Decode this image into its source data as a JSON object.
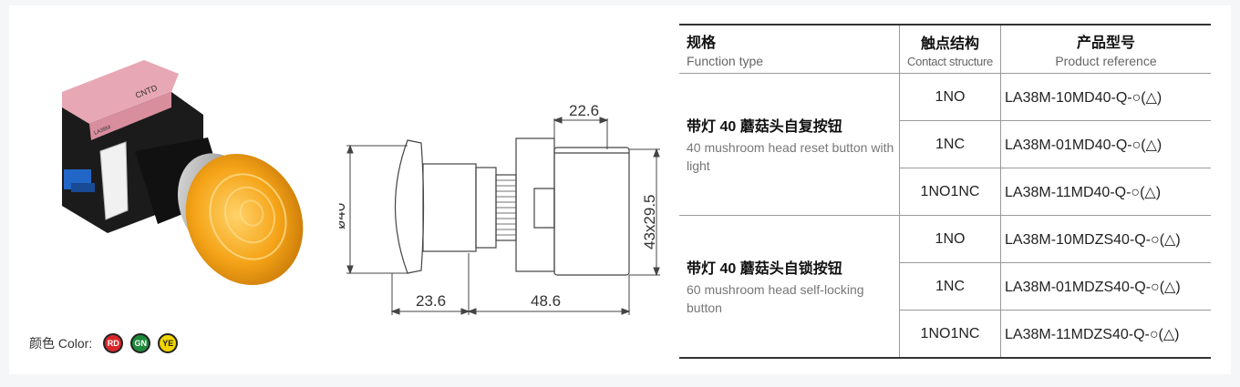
{
  "colors": {
    "label": "颜色 Color:",
    "items": [
      {
        "code": "RD",
        "hex": "#d9262a"
      },
      {
        "code": "GN",
        "hex": "#1f8a3a"
      },
      {
        "code": "YE",
        "hex": "#f2d400"
      }
    ]
  },
  "photo": {
    "brand_text": "CNTD",
    "model_text": "LA38M"
  },
  "drawing": {
    "top_dim": "22.6",
    "diameter": "ø40",
    "side_dim": "43x29.5",
    "bottom_left_dim": "23.6",
    "bottom_right_dim": "48.6"
  },
  "table": {
    "headers": [
      {
        "zh": "规格",
        "en": "Function type"
      },
      {
        "zh": "触点结构",
        "en": "Contact structure"
      },
      {
        "zh": "产品型号",
        "en": "Product reference"
      }
    ],
    "groups": [
      {
        "zh": "带灯 40 蘑菇头自复按钮",
        "en": "40 mushroom head reset button with light",
        "rows": [
          {
            "contact": "1NO",
            "ref": "LA38M-10MD40-Q-○(△)"
          },
          {
            "contact": "1NC",
            "ref": "LA38M-01MD40-Q-○(△)"
          },
          {
            "contact": "1NO1NC",
            "ref": "LA38M-11MD40-Q-○(△)"
          }
        ]
      },
      {
        "zh": "带灯 40 蘑菇头自锁按钮",
        "en": "60 mushroom head self-locking button",
        "rows": [
          {
            "contact": "1NO",
            "ref": "LA38M-10MDZS40-Q-○(△)"
          },
          {
            "contact": "1NC",
            "ref": "LA38M-01MDZS40-Q-○(△)"
          },
          {
            "contact": "1NO1NC",
            "ref": "LA38M-11MDZS40-Q-○(△)"
          }
        ]
      }
    ]
  }
}
